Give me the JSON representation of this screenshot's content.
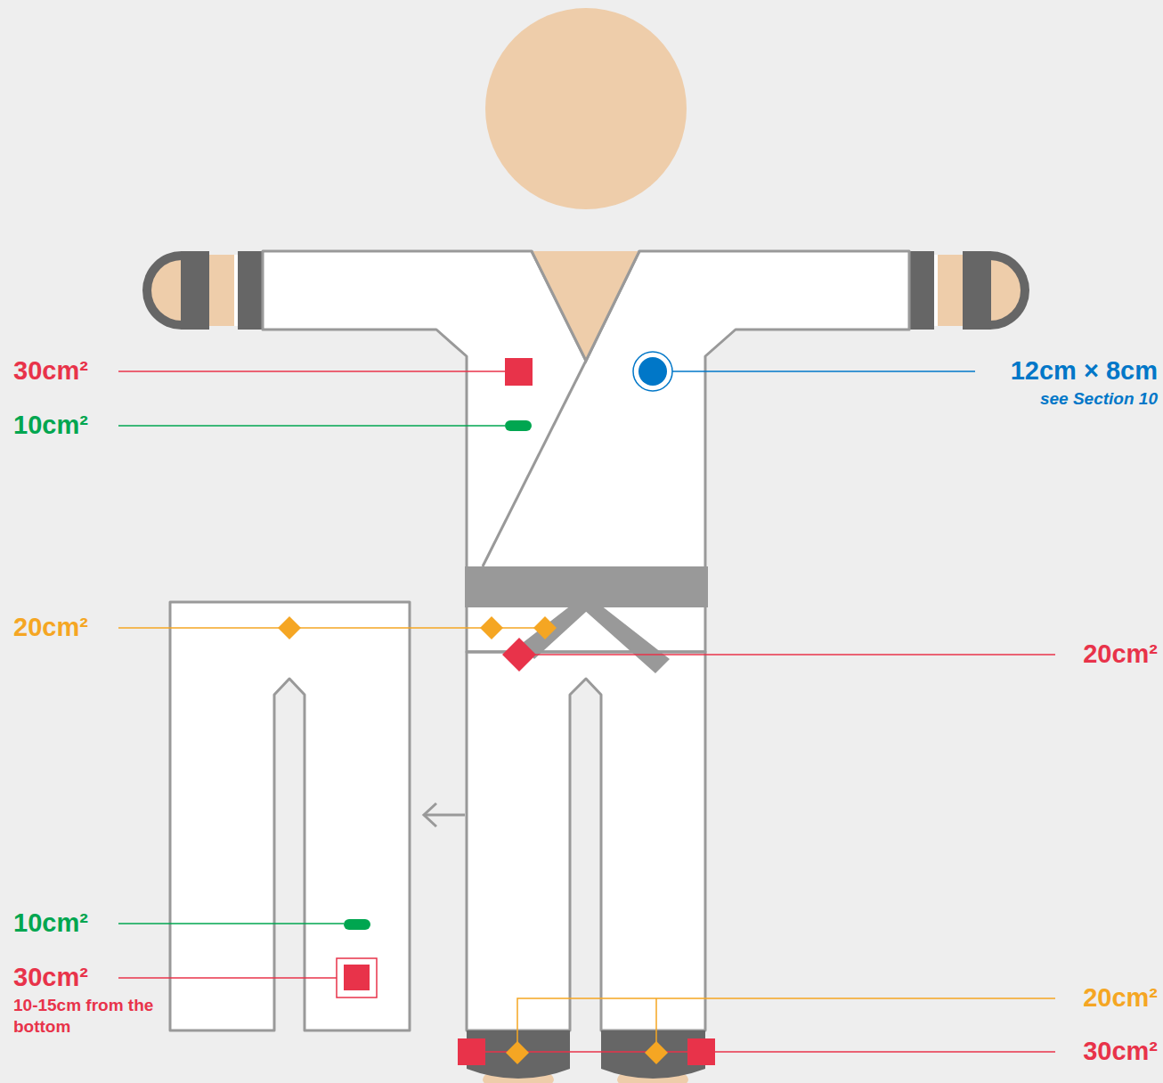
{
  "diagram": {
    "labels": [
      "30cm²",
      "10cm²",
      "12cm × 8cm",
      "see Section 10",
      "20cm²",
      "20cm²",
      "10cm²",
      "30cm²",
      "10-15cm from the bottom",
      "20cm²",
      "30cm²"
    ]
  }
}
